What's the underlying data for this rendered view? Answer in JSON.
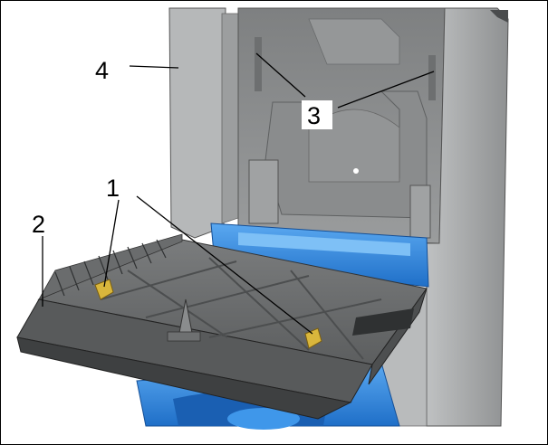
{
  "diagram": {
    "callouts": {
      "c1": "1",
      "c2": "2",
      "c3": "3",
      "c4": "4"
    },
    "colors": {
      "housing": "#a9abac",
      "housing_dark": "#7d7f80",
      "housing_light": "#cfd1d2",
      "panel": "#8c8e8f",
      "tray": "#6d6f70",
      "tray_dark": "#4a4c4d",
      "tray_light": "#8e9091",
      "blue": "#2f8ee8",
      "blue_dark": "#1b5fb3",
      "clip": "#d8b43a",
      "line": "#000000"
    }
  }
}
